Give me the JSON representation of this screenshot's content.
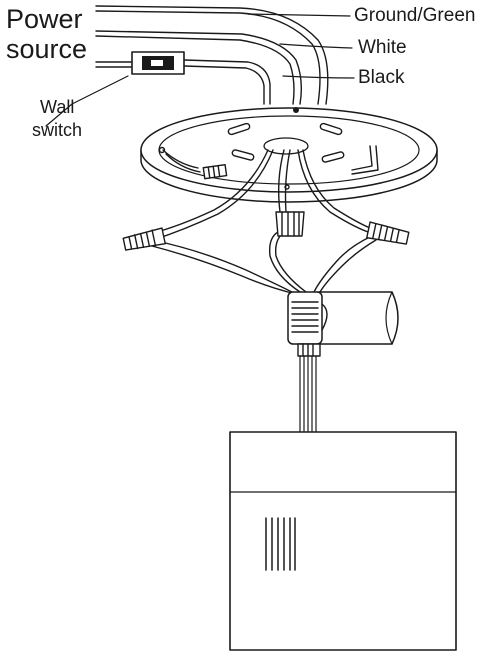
{
  "labels": {
    "power_line1": "Power",
    "power_line2": "source",
    "wall_line1": "Wall",
    "wall_line2": "switch",
    "ground": "Ground/Green",
    "white": "White",
    "black": "Black"
  },
  "colors": {
    "ink": "#1a1a1a",
    "paper": "#ffffff"
  },
  "icons": [
    "wall-switch-icon",
    "mounting-plate",
    "wire-nut",
    "light-fixture-socket",
    "fixture-box"
  ]
}
